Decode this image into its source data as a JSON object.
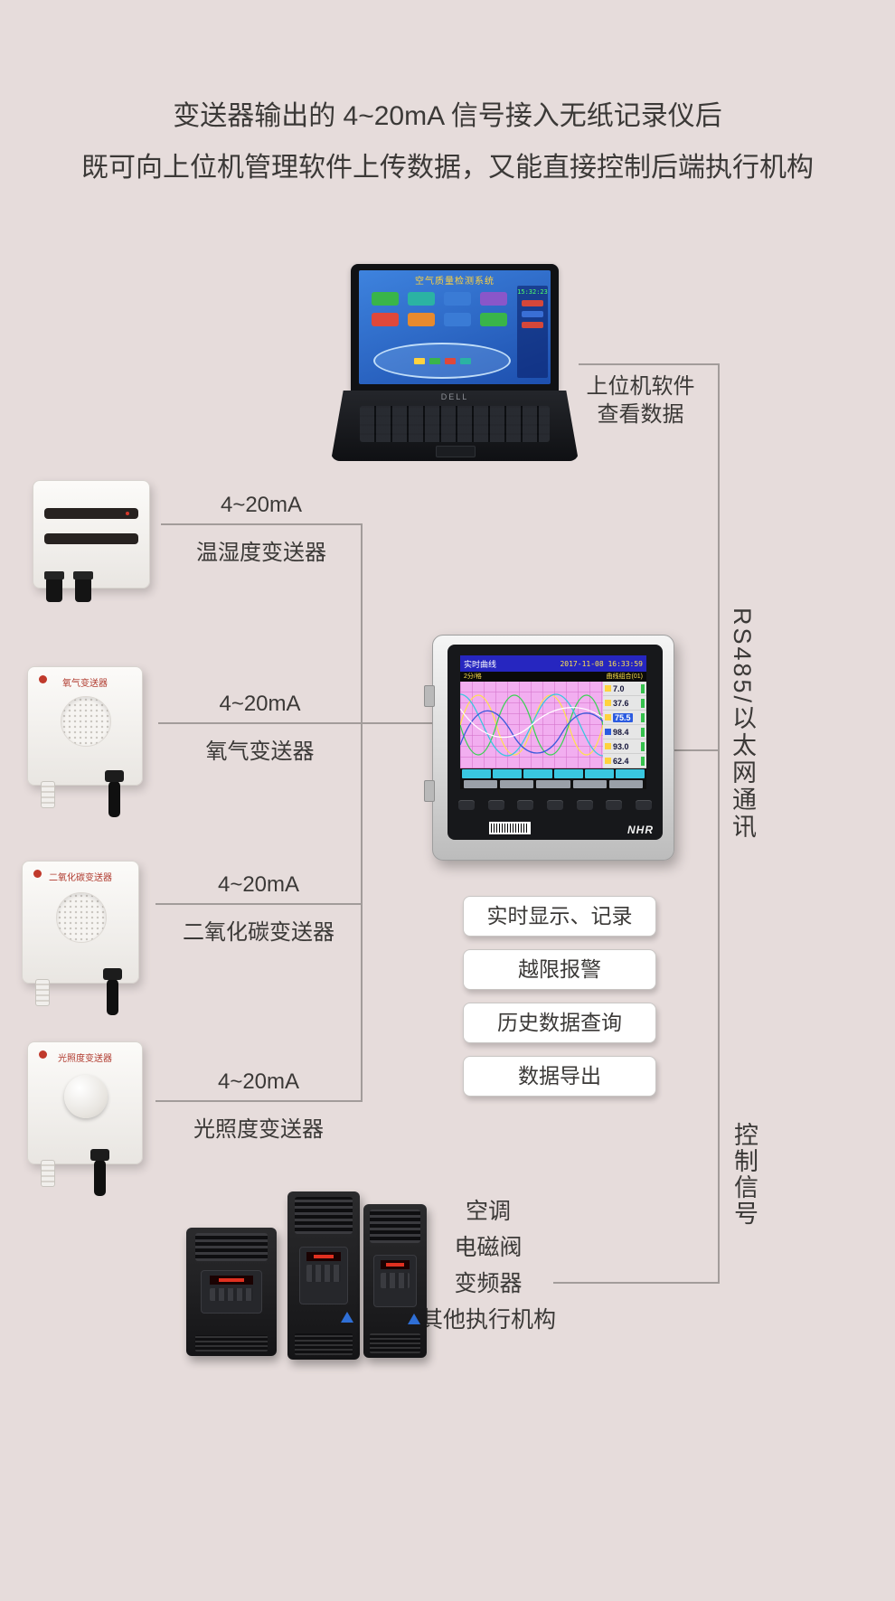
{
  "colors": {
    "background": "#e6dcdb",
    "connector_line": "#a29c9a",
    "text": "#3b3937",
    "recorder_plot_bg": "#f2aef0",
    "recorder_header_bg": "#2626c0",
    "laptop_screen_bg": "#2d6bcc",
    "feature_box_bg": "#ffffff"
  },
  "header": {
    "title_line1": "变送器输出的 4~20mA 信号接入无纸记录仪后",
    "title_line2": "既可向上位机管理软件上传数据，又能直接控制后端执行机构"
  },
  "laptop": {
    "app_title": "空气质量检测系统",
    "clock": "15:32:23",
    "brand": "DELL",
    "caption_line1": "上位机软件",
    "caption_line2": "查看数据"
  },
  "transmitters": [
    {
      "signal": "4~20mA",
      "label": "温湿度变送器"
    },
    {
      "signal": "4~20mA",
      "label": "氧气变送器",
      "device_title": "氧气变送器"
    },
    {
      "signal": "4~20mA",
      "label": "二氧化碳变送器",
      "device_title": "二氧化碳变送器"
    },
    {
      "signal": "4~20mA",
      "label": "光照度变送器",
      "device_title": "光照度变送器"
    }
  ],
  "recorder": {
    "screen": {
      "header_left": "实时曲线",
      "header_right": "2017-11-08 16:33:59",
      "sub_left": "2分/格",
      "sub_right": "曲线组合(01)",
      "channel_values": [
        "7.0",
        "37.6",
        "75.5",
        "98.4",
        "93.0",
        "62.4"
      ]
    },
    "brand": "NHR"
  },
  "features": [
    {
      "label": "实时显示、记录"
    },
    {
      "label": "越限报警"
    },
    {
      "label": "历史数据查询"
    },
    {
      "label": "数据导出"
    }
  ],
  "connections": {
    "comm_label": "RS485/以太网通讯",
    "control_label": "控制信号"
  },
  "actuators": [
    {
      "label": "空调"
    },
    {
      "label": "电磁阀"
    },
    {
      "label": "变频器"
    },
    {
      "label": "其他执行机构"
    }
  ]
}
